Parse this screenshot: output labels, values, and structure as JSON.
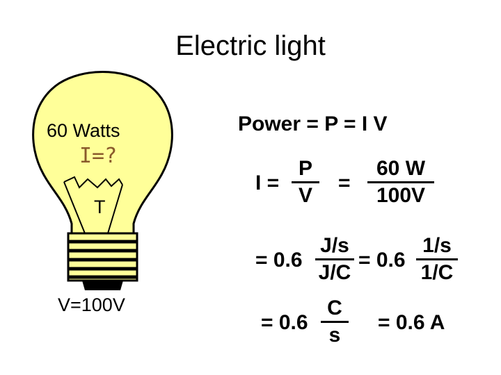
{
  "title": "Electric light",
  "bulb": {
    "power_label": "60 Watts",
    "current_label": "I=?",
    "filament_label": "T",
    "voltage_label": "V=100V",
    "current_label_color": "#8a5a2b",
    "bulb_fill": "#ffff99"
  },
  "equations": {
    "line1": "Power = P = I V",
    "i_equals": "I =",
    "frac_pv": {
      "num": "P",
      "den": "V"
    },
    "equals1": "=",
    "frac_60_100": {
      "num": "60 W",
      "den": "100V"
    },
    "prefix_06_a": "= 0.6",
    "frac_js_jc": {
      "num": "J/s",
      "den": "J/C"
    },
    "prefix_06_b": "= 0.6",
    "frac_1s_1c": {
      "num": "1/s",
      "den": "1/C"
    },
    "prefix_06_c": "= 0.6",
    "frac_c_s": {
      "num": "C",
      "den": "s"
    },
    "result": "= 0.6 A"
  }
}
